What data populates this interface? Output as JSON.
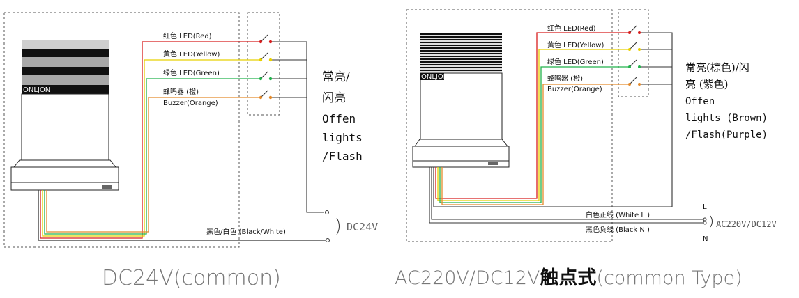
{
  "left": {
    "brand": "ONLJON",
    "wires": [
      {
        "label": "红色 LED(Red)",
        "color": "#d81e1e"
      },
      {
        "label": "黄色 LED(Yellow)",
        "color": "#e8d000"
      },
      {
        "label": "绿色 LED(Green)",
        "color": "#22b24c"
      },
      {
        "label": "蜂鸣器 (橙)",
        "label2": "Buzzer(Orange)",
        "color": "#e48a2a"
      }
    ],
    "common_wire": "黑色/白色 (Black/White)",
    "note_lines": [
      "常亮/",
      "闪亮",
      "Offen",
      "lights",
      "/Flash"
    ],
    "supply": "DC24V",
    "caption": "DC24V(common)"
  },
  "right": {
    "brand": "ONLJON",
    "wires": [
      {
        "label": "红色 LED(Red)",
        "color": "#d81e1e"
      },
      {
        "label": "黄色 LED(Yellow)",
        "color": "#e8d000"
      },
      {
        "label": "绿色 LED(Green)",
        "color": "#22b24c"
      },
      {
        "label": "蜂鸣器 (橙)",
        "label2": "Buzzer(Orange)",
        "color": "#e48a2a"
      }
    ],
    "wire_l": "白色正线 (White L )",
    "wire_n": "黑色负线 (Black N )",
    "note_lines": [
      "常亮(棕色)/闪",
      "亮 (紫色)",
      "Offen",
      "lights (Brown)",
      "/Flash(Purple)"
    ],
    "term_l": "L",
    "term_n": "N",
    "supply": "AC220V/DC12V",
    "caption_prefix": "AC220V/DC12V",
    "caption_bold": "触点式",
    "caption_suffix": "(common Type)"
  }
}
